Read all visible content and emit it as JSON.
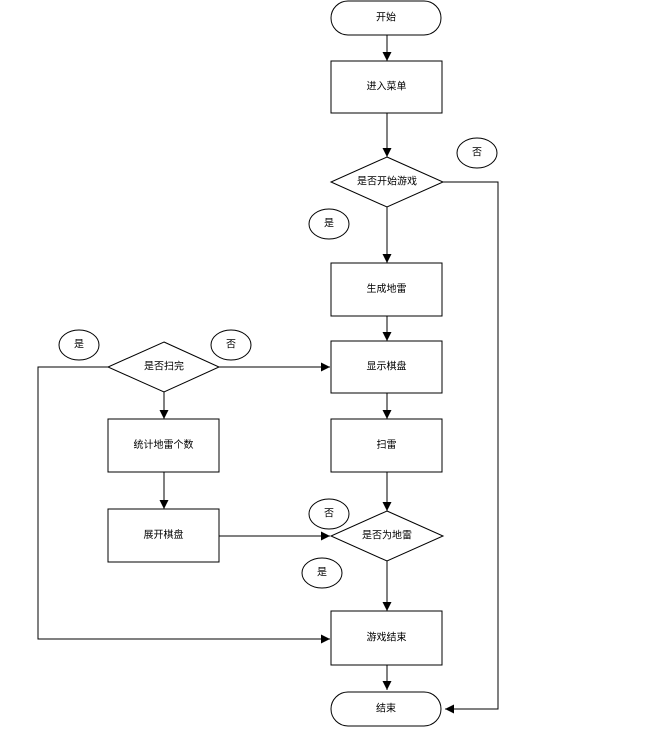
{
  "nodes": {
    "start": "开始",
    "enter_menu": "进入菜单",
    "start_game_q": "是否开始游戏",
    "gen_mines": "生成地雷",
    "show_board": "显示棋盘",
    "sweep": "扫雷",
    "is_mine_q": "是否为地雷",
    "game_over": "游戏结束",
    "end": "结束",
    "cleared_q": "是否扫完",
    "count_mines": "统计地雷个数",
    "expand_board": "展开棋盘"
  },
  "edge_labels": {
    "start_game_no": "否",
    "start_game_yes": "是",
    "cleared_yes": "是",
    "cleared_no": "否",
    "is_mine_no": "否",
    "is_mine_yes": "是"
  }
}
